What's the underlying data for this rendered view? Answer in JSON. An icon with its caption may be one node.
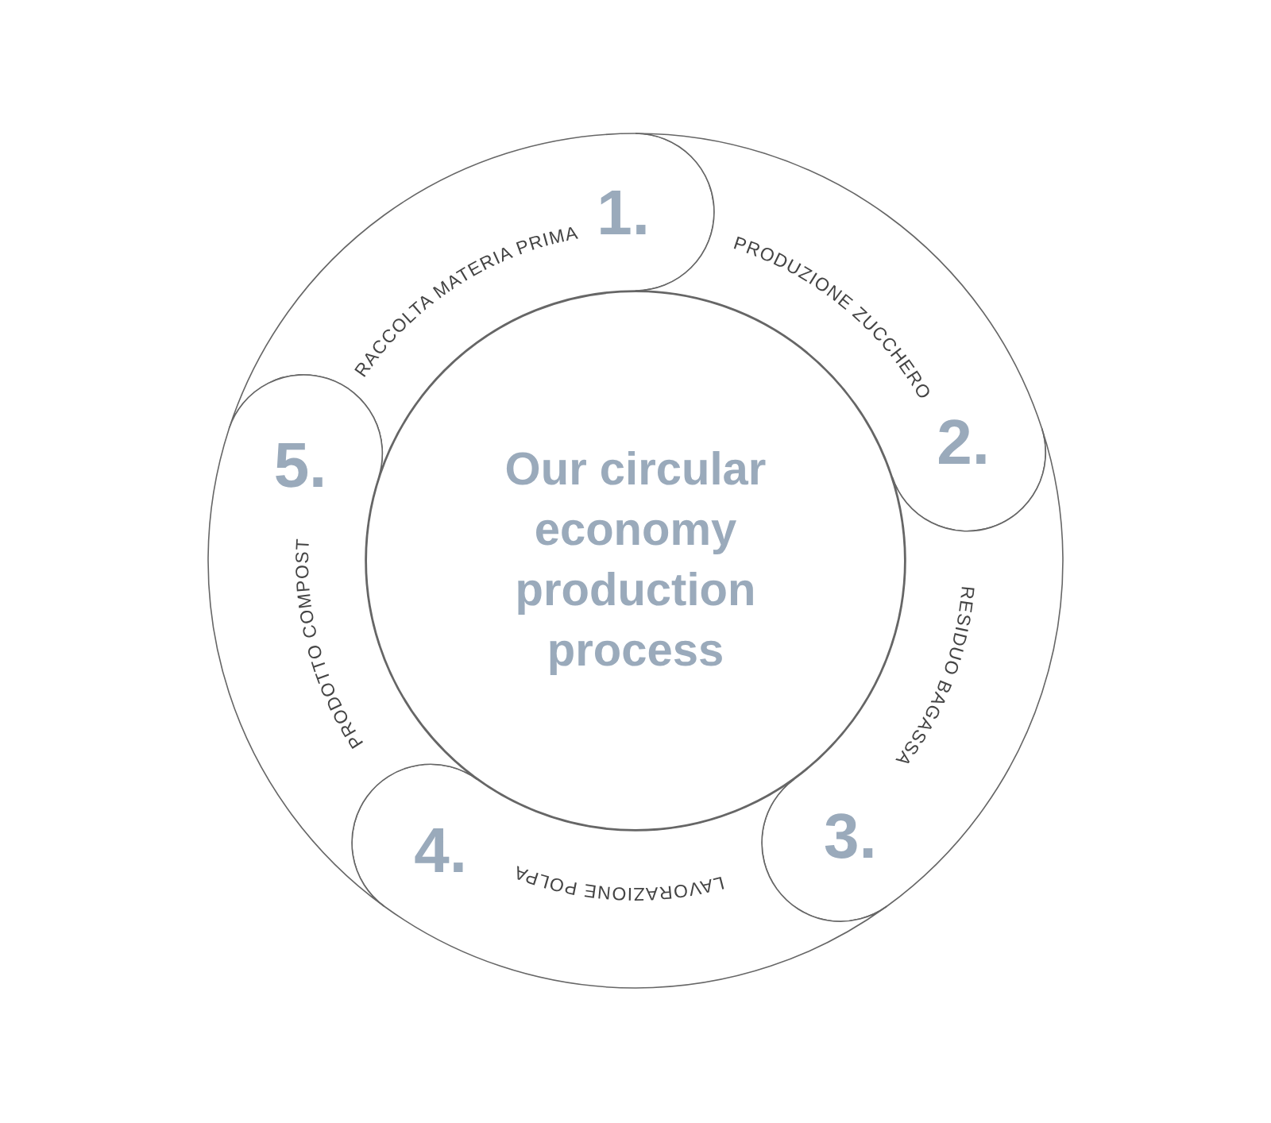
{
  "diagram": {
    "nodes": [
      {
        "text": [
          "Our circular economy production process"
        ]
      },
      {
        "text": [
          "1.",
          "RACCOLTA MATERIA PRIMA"
        ]
      },
      {
        "text": [
          "2.",
          "PRODUZIONE ZUCCHERO"
        ]
      },
      {
        "text": [
          "3.",
          "RESIDUO BAGASSA"
        ]
      },
      {
        "text": [
          "4.",
          "LAVORAZIONE POLPA"
        ]
      },
      {
        "text": [
          "5.",
          "PRODOTTO COMPOST"
        ]
      }
    ]
  }
}
